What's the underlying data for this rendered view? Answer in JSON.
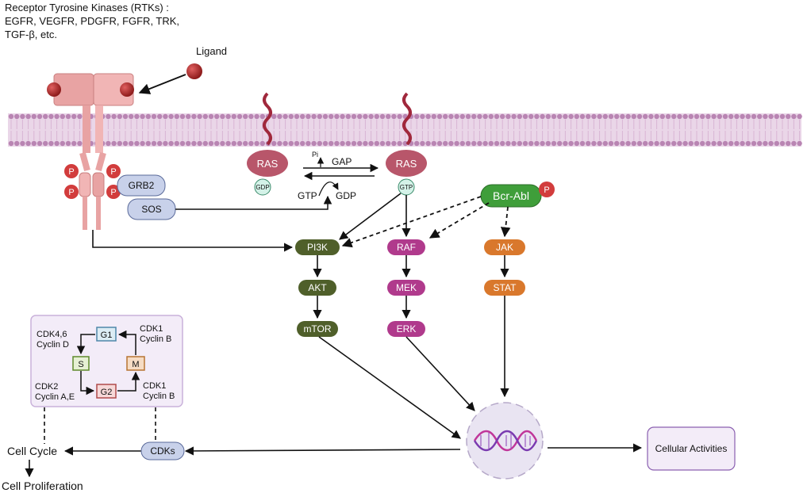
{
  "header": {
    "line1": "Receptor Tyrosine Kinases (RTKs) :",
    "line2": "EGFR, VEGFR, PDGFR, FGFR, TRK,",
    "line3": "TGF-β, etc."
  },
  "ligand": "Ligand",
  "phospho": "P",
  "adaptors": {
    "grb2": "GRB2",
    "sos": "SOS"
  },
  "ras": {
    "label": "RAS",
    "gdp": "GDP",
    "gtp": "GTP"
  },
  "gap_cycle": {
    "pi": "Pi",
    "gap": "GAP",
    "gtp": "GTP",
    "gdp": "GDP"
  },
  "bcr_abl": "Bcr-Abl",
  "pathways": {
    "pi3k": "PI3K",
    "akt": "AKT",
    "mtor": "mTOR",
    "raf": "RAF",
    "mek": "MEK",
    "erk": "ERK",
    "jak": "JAK",
    "stat": "STAT"
  },
  "cell_cycle_panel": {
    "g1": "G1",
    "s": "S",
    "m": "M",
    "g2": "G2",
    "cdk46_a": "CDK4,6",
    "cdk46_b": "Cyclin D",
    "cdk1a_a": "CDK1",
    "cdk1a_b": "Cyclin B",
    "cdk2_a": "CDK2",
    "cdk2_b": "Cyclin A,E",
    "cdk1b_a": "CDK1",
    "cdk1b_b": "Cyclin B"
  },
  "outputs": {
    "cdks": "CDKs",
    "cell_cycle": "Cell Cycle",
    "cell_proliferation": "Cell Proliferation",
    "cellular_activities": "Cellular Activities"
  },
  "colors": {
    "membrane": "#c9a0c4",
    "membrane_head": "#b985b3",
    "receptor": "#e8a3a3",
    "ligand": "#b52a2a",
    "phospho": "#d23c3c",
    "ras": "#b8566a",
    "adaptor_fill": "#c8d1ea",
    "pi3k_axis": "#4f5f2a",
    "raf_axis": "#b03a8c",
    "jak_axis": "#d9782c",
    "bcr_abl": "#3f9e3a",
    "nucleus": "#e9e4f2",
    "panel": "#f3ecf8",
    "panel_border": "#c9b1da"
  }
}
